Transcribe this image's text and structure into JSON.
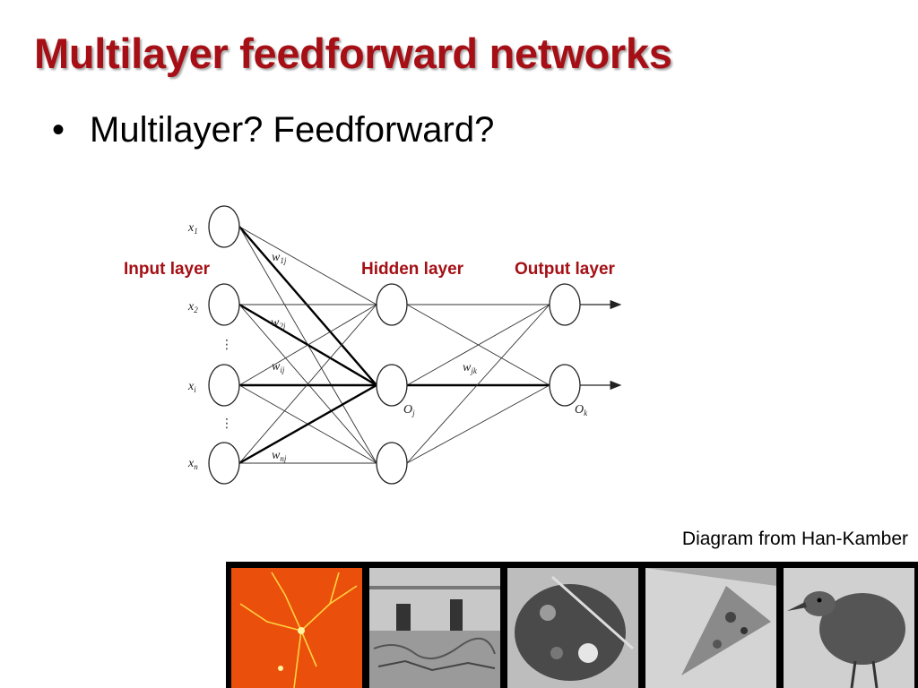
{
  "title": "Multilayer feedforward networks",
  "bullets": [
    "Multilayer? Feedforward?"
  ],
  "bullet_glyph": "•",
  "diagram": {
    "layer_labels": {
      "input": "Input layer",
      "hidden": "Hidden layer",
      "output": "Output layer"
    },
    "input_vars": [
      {
        "base": "x",
        "sub": "1"
      },
      {
        "base": "x",
        "sub": "2"
      },
      {
        "base": "x",
        "sub": "i"
      },
      {
        "base": "x",
        "sub": "n"
      }
    ],
    "weights": [
      {
        "base": "w",
        "sub": "1j"
      },
      {
        "base": "w",
        "sub": "2j"
      },
      {
        "base": "w",
        "sub": "ij"
      },
      {
        "base": "w",
        "sub": "nj"
      },
      {
        "base": "w",
        "sub": "jk"
      }
    ],
    "node_labels": [
      {
        "base": "O",
        "sub": "j"
      },
      {
        "base": "O",
        "sub": "k"
      }
    ],
    "ellipsis": "⋮",
    "label_color": "#a50f15"
  },
  "caption": "Diagram from Han-Kamber",
  "photos": [
    {
      "name": "neuron-photo",
      "tint": "#e84b0c"
    },
    {
      "name": "berlin-wall-photo",
      "tint": "#777777"
    },
    {
      "name": "palette-photo",
      "tint": "#888888"
    },
    {
      "name": "pizza-photo",
      "tint": "#999999"
    },
    {
      "name": "bird-photo",
      "tint": "#8a8a8a"
    }
  ]
}
